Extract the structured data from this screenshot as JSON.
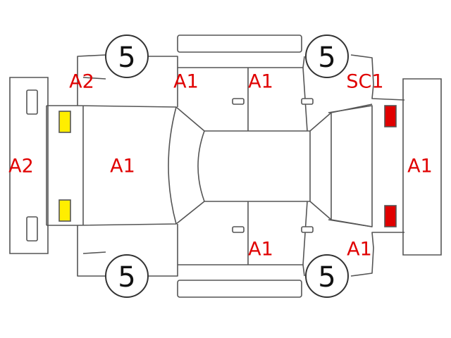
{
  "colors": {
    "code_text": "#e00000",
    "outline": "#555555",
    "front_lamp": "#ffee00",
    "rear_lamp": "#e00000"
  },
  "tires": {
    "front_left": "5",
    "rear_left": "5",
    "front_right": "5",
    "rear_right": "5"
  },
  "codes": {
    "front_left_fender": "A2",
    "front_bumper": "A2",
    "hood": "A1",
    "left_front_door": "A1",
    "left_rear_door": "A1",
    "left_rear_quarter": "SC1",
    "rear_bumper": "A1",
    "right_rear_door": "A1",
    "right_rear_quarter": "A1"
  },
  "lamps": {
    "front_icon": "lamp-icon",
    "rear_icon": "lamp-icon"
  }
}
